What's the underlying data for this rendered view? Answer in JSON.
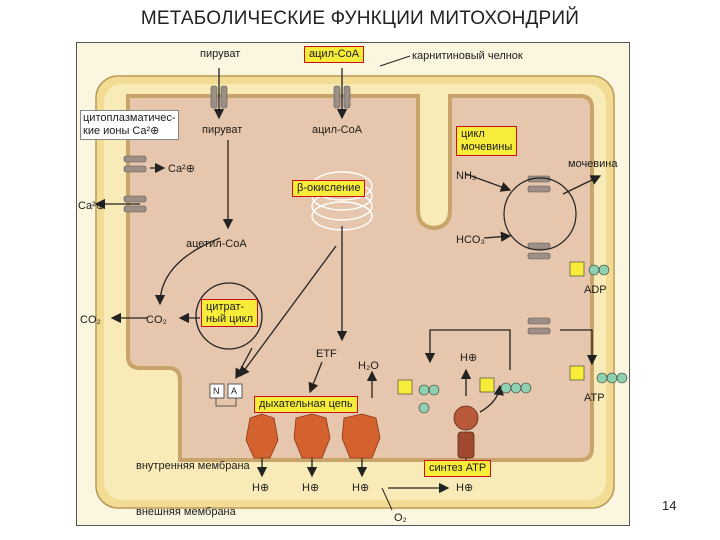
{
  "title": "МЕТАБОЛИЧЕСКИЕ ФУНКЦИИ МИТОХОНДРИЙ",
  "page_number": "14",
  "labels": {
    "pyruvate_top": "пируват",
    "acyl_coa_top": "ацил-СоА",
    "carnitine": "карнитиновый челнок",
    "cyto_ca_line1": "цитоплазматичес-",
    "cyto_ca_line2": "кие ионы Ca²⊕",
    "pyruvate_in": "пируват",
    "acyl_coa_in": "ацил-СоА",
    "urea_cycle_line1": "цикл",
    "urea_cycle_line2": "мочевины",
    "urea": "мочевина",
    "ca_in": "Ca²⊕",
    "ca_out": "Ca²⊕",
    "beta_oxidation": "β-окисление",
    "nh3": "NH₃",
    "hco3": "HCO₃",
    "acetyl_coa": "ацетил-СоА",
    "adp": "ADP",
    "co2_out": "CO₂",
    "co2_in": "CO₂",
    "citrate_cycle_line1": "цитрат-",
    "citrate_cycle_line2": "ный цикл",
    "etf": "ETF",
    "h2o": "H₂O",
    "h_plus_in": "H⊕",
    "atp": "ATP",
    "resp_chain": "дыхательная цепь",
    "inner_membrane": "внутренняя мембрана",
    "atp_synthesis": "синтез ATP",
    "h1": "H⊕",
    "h2": "H⊕",
    "h3": "H⊕",
    "h4": "H⊕",
    "outer_membrane": "внешняя мембрана",
    "o2": "O₂",
    "nad_n": "N",
    "nad_a": "A"
  },
  "colors": {
    "inner_matrix": "#e6c7ad",
    "outer_space": "#f7eab0",
    "membrane": "#f0d98c",
    "highlight_box": "#f7ec3a",
    "box_border": "#c8101a",
    "protein": "#d4622e",
    "atp_green": "#8fd0b0"
  }
}
